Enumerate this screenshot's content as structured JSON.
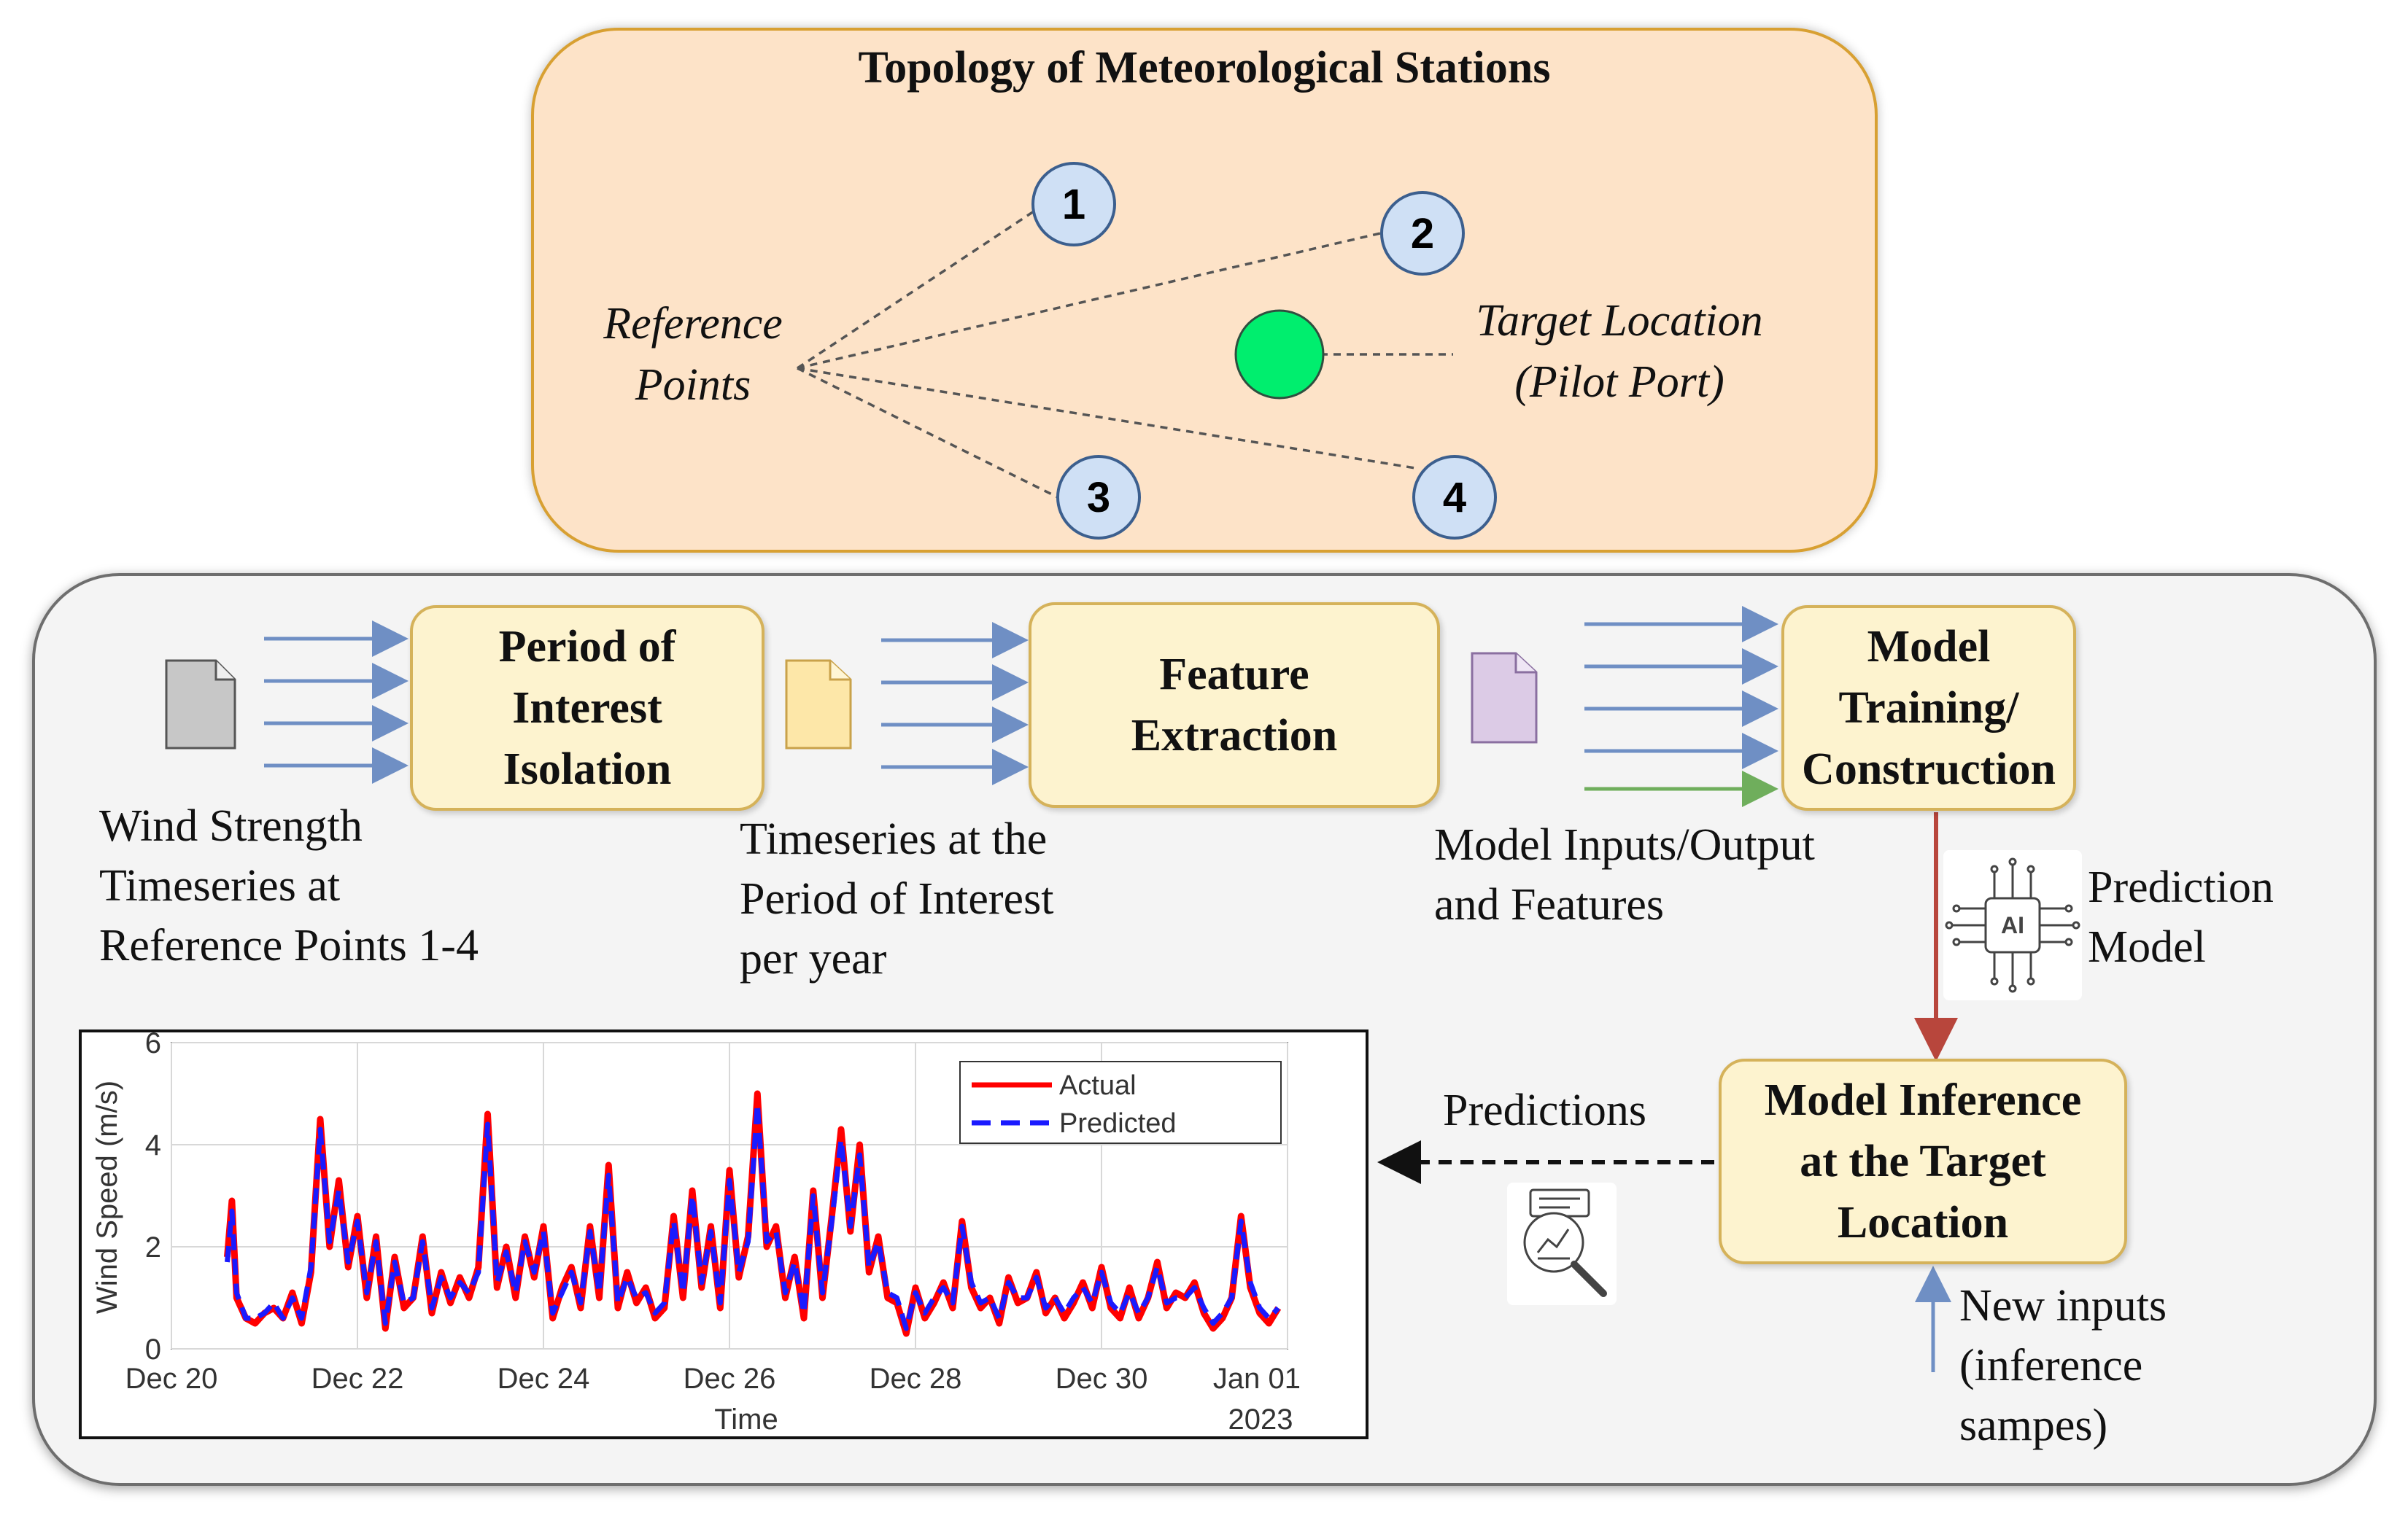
{
  "topology": {
    "title": "Topology of Meteorological Stations",
    "reference_label_line1": "Reference",
    "reference_label_line2": "Points",
    "target_label_line1": "Target Location",
    "target_label_line2": "(Pilot Port)",
    "stations": [
      "1",
      "2",
      "3",
      "4"
    ],
    "target_color": "#00ee6e"
  },
  "workflow": {
    "step1": {
      "line1": "Period of",
      "line2": "Interest",
      "line3": "Isolation"
    },
    "step2": {
      "line1": "Feature",
      "line2": "Extraction"
    },
    "step3": {
      "line1": "Model",
      "line2": "Training/",
      "line3": "Construction"
    },
    "step4": {
      "line1": "Model Inference",
      "line2": "at the Target",
      "line3": "Location"
    },
    "input_label": {
      "line1": "Wind Strength",
      "line2": "Timeseries at",
      "line3": "Reference Points 1-4"
    },
    "period_label": {
      "line1": "Timeseries at the",
      "line2": "Period of Interest",
      "line3": "per year"
    },
    "features_label": {
      "line1": "Model Inputs/Output",
      "line2": "and Features"
    },
    "model_label": {
      "line1": "Prediction",
      "line2": "Model"
    },
    "predictions_label": "Predictions",
    "new_inputs_label": {
      "line1": "New inputs",
      "line2": "(inference",
      "line3": "sampes)"
    },
    "ai_chip_text": "AI",
    "colors": {
      "arrow_blue": "#6f8fc4",
      "arrow_green": "#6fae5c",
      "arrow_red": "#b8463c",
      "doc_gray": "#c7c7c7",
      "doc_yellow": "#fde7a8",
      "doc_purple": "#dccbe6"
    }
  },
  "chart_data": {
    "type": "line",
    "title": "",
    "xlabel": "Time",
    "ylabel": "Wind Speed (m/s)",
    "ylim": [
      0,
      6
    ],
    "xlim": [
      0,
      12
    ],
    "yticks": [
      0,
      2,
      4,
      6
    ],
    "xtick_labels": [
      "Dec 20",
      "Dec 22",
      "Dec 24",
      "Dec 26",
      "Dec 28",
      "Dec 30",
      "Jan 01"
    ],
    "x_sublabel": "2023",
    "grid": true,
    "legend_position": "top-right",
    "x_unit": "days since Dec 20",
    "x": [
      0.6,
      0.65,
      0.7,
      0.8,
      0.9,
      1.0,
      1.1,
      1.2,
      1.3,
      1.4,
      1.5,
      1.6,
      1.7,
      1.8,
      1.9,
      2.0,
      2.1,
      2.2,
      2.3,
      2.4,
      2.5,
      2.6,
      2.7,
      2.8,
      2.9,
      3.0,
      3.1,
      3.2,
      3.3,
      3.4,
      3.5,
      3.6,
      3.7,
      3.8,
      3.9,
      4.0,
      4.1,
      4.2,
      4.3,
      4.4,
      4.5,
      4.6,
      4.7,
      4.8,
      4.9,
      5.0,
      5.1,
      5.2,
      5.3,
      5.4,
      5.5,
      5.6,
      5.7,
      5.8,
      5.9,
      6.0,
      6.1,
      6.2,
      6.3,
      6.4,
      6.5,
      6.6,
      6.7,
      6.8,
      6.9,
      7.0,
      7.1,
      7.2,
      7.3,
      7.4,
      7.5,
      7.6,
      7.7,
      7.8,
      7.9,
      8.0,
      8.1,
      8.2,
      8.3,
      8.4,
      8.5,
      8.6,
      8.7,
      8.8,
      8.9,
      9.0,
      9.1,
      9.2,
      9.3,
      9.4,
      9.5,
      9.6,
      9.7,
      9.8,
      9.9,
      10.0,
      10.1,
      10.2,
      10.3,
      10.4,
      10.5,
      10.6,
      10.7,
      10.8,
      10.9,
      11.0,
      11.1,
      11.2,
      11.3,
      11.4,
      11.5,
      11.6,
      11.7,
      11.8,
      11.9
    ],
    "series": [
      {
        "name": "Actual",
        "color": "#ff0000",
        "dash": "solid",
        "values": [
          1.8,
          2.9,
          1.0,
          0.6,
          0.5,
          0.7,
          0.8,
          0.6,
          1.1,
          0.5,
          1.5,
          4.5,
          2.0,
          3.3,
          1.6,
          2.6,
          1.0,
          2.2,
          0.4,
          1.8,
          0.8,
          1.0,
          2.2,
          0.7,
          1.5,
          0.9,
          1.4,
          1.0,
          1.6,
          4.6,
          1.2,
          2.0,
          1.0,
          2.2,
          1.4,
          2.4,
          0.6,
          1.2,
          1.6,
          0.8,
          2.4,
          1.0,
          3.6,
          0.8,
          1.5,
          0.9,
          1.2,
          0.6,
          0.8,
          2.6,
          1.0,
          3.1,
          1.2,
          2.4,
          0.8,
          3.5,
          1.4,
          2.2,
          5.0,
          2.0,
          2.4,
          1.0,
          1.8,
          0.6,
          3.1,
          1.0,
          2.6,
          4.3,
          2.3,
          4.0,
          1.5,
          2.2,
          1.0,
          0.9,
          0.3,
          1.2,
          0.6,
          0.9,
          1.3,
          0.8,
          2.5,
          1.2,
          0.8,
          1.0,
          0.5,
          1.4,
          0.9,
          1.0,
          1.5,
          0.7,
          1.0,
          0.6,
          0.9,
          1.3,
          0.8,
          1.6,
          0.8,
          0.6,
          1.2,
          0.6,
          1.0,
          1.7,
          0.8,
          1.1,
          1.0,
          1.3,
          0.7,
          0.4,
          0.6,
          1.0,
          2.6,
          1.2,
          0.7,
          0.5,
          0.8
        ]
      },
      {
        "name": "Predicted",
        "color": "#1a1aff",
        "dash": "dashed",
        "values": [
          1.7,
          2.7,
          1.1,
          0.6,
          0.6,
          0.7,
          0.9,
          0.6,
          1.0,
          0.6,
          1.6,
          4.3,
          2.1,
          3.1,
          1.7,
          2.5,
          1.1,
          2.1,
          0.5,
          1.7,
          0.9,
          1.0,
          2.1,
          0.8,
          1.4,
          1.0,
          1.3,
          1.1,
          1.5,
          4.4,
          1.3,
          1.9,
          1.1,
          2.1,
          1.5,
          2.3,
          0.7,
          1.1,
          1.5,
          0.9,
          2.3,
          1.1,
          3.4,
          0.9,
          1.4,
          1.0,
          1.1,
          0.7,
          0.9,
          2.5,
          1.1,
          3.0,
          1.3,
          2.3,
          0.9,
          3.3,
          1.5,
          2.1,
          4.8,
          2.1,
          2.3,
          1.1,
          1.7,
          0.7,
          3.0,
          1.1,
          2.5,
          4.1,
          2.4,
          3.8,
          1.6,
          2.1,
          1.1,
          1.0,
          0.4,
          1.1,
          0.7,
          1.0,
          1.2,
          0.9,
          2.4,
          1.3,
          0.9,
          1.0,
          0.6,
          1.3,
          1.0,
          1.0,
          1.4,
          0.8,
          1.0,
          0.7,
          1.0,
          1.2,
          0.9,
          1.5,
          0.9,
          0.7,
          1.1,
          0.7,
          1.0,
          1.6,
          0.9,
          1.0,
          1.0,
          1.2,
          0.8,
          0.5,
          0.7,
          1.0,
          2.5,
          1.3,
          0.8,
          0.6,
          0.8
        ]
      }
    ]
  }
}
